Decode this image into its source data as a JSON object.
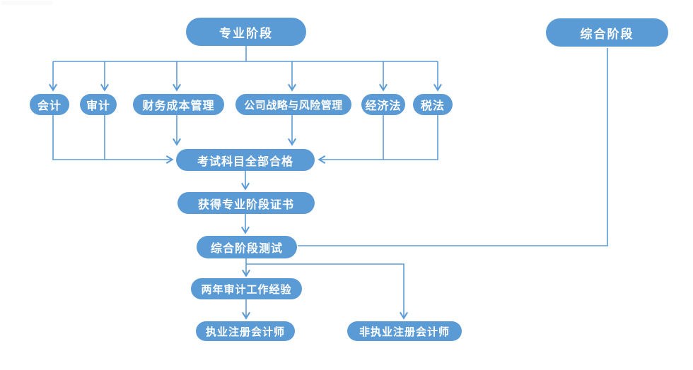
{
  "diagram": {
    "title_implied": "CPA exam process flowchart",
    "colors": {
      "node_fill": "#5b9bd5",
      "node_text": "#ffffff",
      "connector": "#5b9bd5",
      "background": "#ffffff"
    },
    "nodes": {
      "professional_stage": {
        "label": "专业阶段"
      },
      "comprehensive_stage": {
        "label": "综合阶段"
      },
      "accounting": {
        "label": "会计"
      },
      "auditing": {
        "label": "审计"
      },
      "financial_cost_management": {
        "label": "财务成本管理"
      },
      "corporate_strategy_risk_management": {
        "label": "公司战略与风险管理"
      },
      "economic_law": {
        "label": "经济法"
      },
      "tax_law": {
        "label": "税法"
      },
      "all_subjects_passed": {
        "label": "考试科目全部合格"
      },
      "professional_stage_certificate": {
        "label": "获得专业阶段证书"
      },
      "comprehensive_stage_test": {
        "label": "综合阶段测试"
      },
      "two_years_audit_experience": {
        "label": "两年审计工作经验"
      },
      "practicing_cpa": {
        "label": "执业注册会计师"
      },
      "non_practicing_cpa": {
        "label": "非执业注册会计师"
      }
    },
    "edges": [
      {
        "from": "professional_stage",
        "to": "accounting"
      },
      {
        "from": "professional_stage",
        "to": "auditing"
      },
      {
        "from": "professional_stage",
        "to": "financial_cost_management"
      },
      {
        "from": "professional_stage",
        "to": "corporate_strategy_risk_management"
      },
      {
        "from": "professional_stage",
        "to": "economic_law"
      },
      {
        "from": "professional_stage",
        "to": "tax_law"
      },
      {
        "from": "accounting",
        "to": "all_subjects_passed"
      },
      {
        "from": "auditing",
        "to": "all_subjects_passed"
      },
      {
        "from": "financial_cost_management",
        "to": "all_subjects_passed"
      },
      {
        "from": "corporate_strategy_risk_management",
        "to": "all_subjects_passed"
      },
      {
        "from": "economic_law",
        "to": "all_subjects_passed"
      },
      {
        "from": "tax_law",
        "to": "all_subjects_passed"
      },
      {
        "from": "all_subjects_passed",
        "to": "professional_stage_certificate"
      },
      {
        "from": "professional_stage_certificate",
        "to": "comprehensive_stage_test"
      },
      {
        "from": "comprehensive_stage",
        "to": "comprehensive_stage_test"
      },
      {
        "from": "comprehensive_stage_test",
        "to": "two_years_audit_experience"
      },
      {
        "from": "comprehensive_stage_test",
        "to": "non_practicing_cpa"
      },
      {
        "from": "two_years_audit_experience",
        "to": "practicing_cpa"
      }
    ]
  }
}
